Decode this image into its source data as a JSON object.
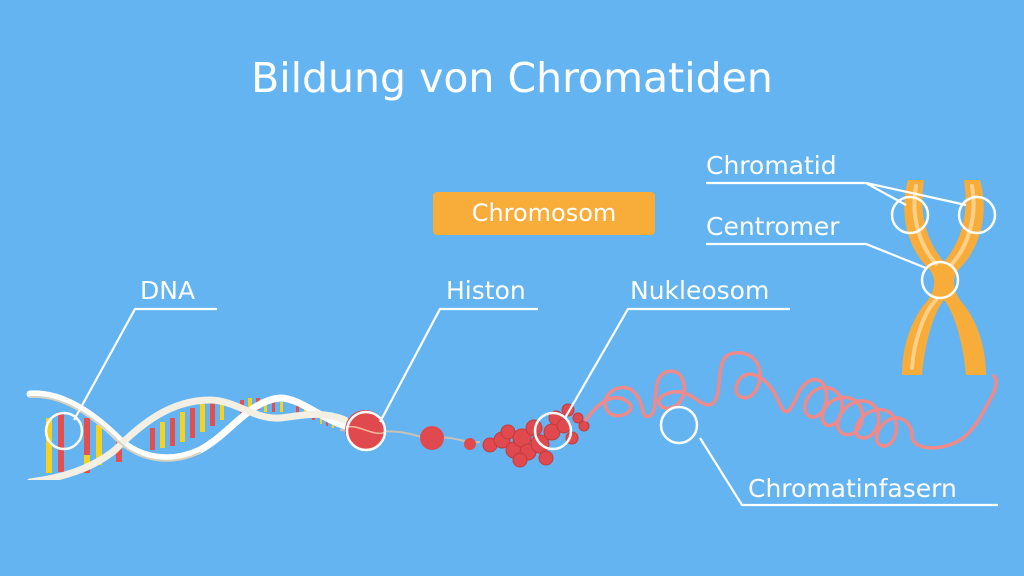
{
  "title": "Bildung von Chromatiden",
  "badge": "Chromosom",
  "labels": {
    "dna": "DNA",
    "histon": "Histon",
    "nukleosom": "Nukleosom",
    "chromatid": "Chromatid",
    "centromer": "Centromer",
    "chromatinfasern": "Chromatinfasern"
  },
  "colors": {
    "background": "#63b4f0",
    "badge": "#f8ad3b",
    "chromosome": "#f8ad3b",
    "histone": "#e04a4e",
    "fiber": "#f08a8a",
    "dna_backbone": "#f3efe3"
  }
}
